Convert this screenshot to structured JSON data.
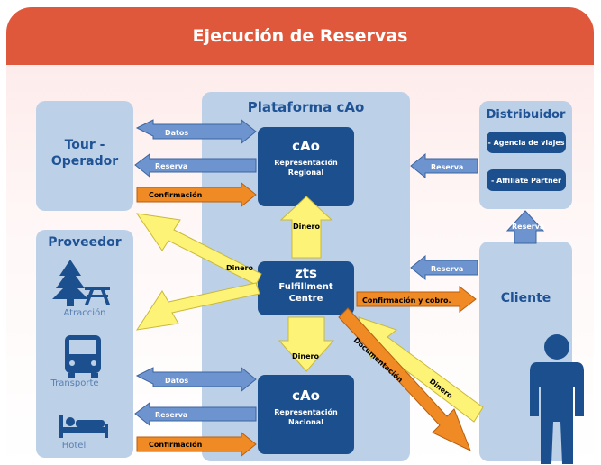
{
  "title": "Ejecución de Reservas",
  "panels": {
    "tour_operador": "Tour -\nOperador",
    "proveedor": "Proveedor",
    "plataforma": "Plataforma cAo",
    "distribuidor": "Distribuidor",
    "cliente": "Cliente"
  },
  "proveedor_items": {
    "atraccion": "Atracción",
    "transporte": "Transporte",
    "hotel": "Hotel"
  },
  "boxes": {
    "regional": {
      "name": "cAo",
      "sub": "Representación\nRegional"
    },
    "fulfillment": {
      "name": "zts",
      "sub": "Fulfillment\nCentre"
    },
    "nacional": {
      "name": "cAo",
      "sub": "Representación\nNacional"
    }
  },
  "distribuidor_items": [
    "- Agencia de viajes",
    "- Affiliate Partner"
  ],
  "arrow_labels": {
    "datos": "Datos",
    "reserva": "Reserva",
    "confirmacion": "Confirmación",
    "dinero": "Dinero",
    "confirmacion_cobro": "Confirmación y cobro.",
    "documentacion": "Documentación"
  },
  "colors": {
    "header": "#e0583c",
    "panel": "#bcd0e8",
    "dark_box": "#1c4f8e",
    "blue_arrow": "#6d94cf",
    "orange_arrow": "#f08a24",
    "yellow_arrow": "#fdf376"
  }
}
